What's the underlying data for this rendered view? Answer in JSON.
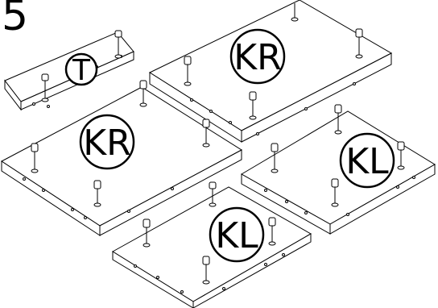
{
  "step_number": "5",
  "panels": [
    {
      "id": "T",
      "label": "T"
    },
    {
      "id": "KR-top",
      "label": "KR"
    },
    {
      "id": "KR-left",
      "label": "KR"
    },
    {
      "id": "KL-right",
      "label": "KL"
    },
    {
      "id": "KL-bottom",
      "label": "KL"
    }
  ],
  "colors": {
    "stroke": "#000000",
    "fill": "#ffffff"
  }
}
